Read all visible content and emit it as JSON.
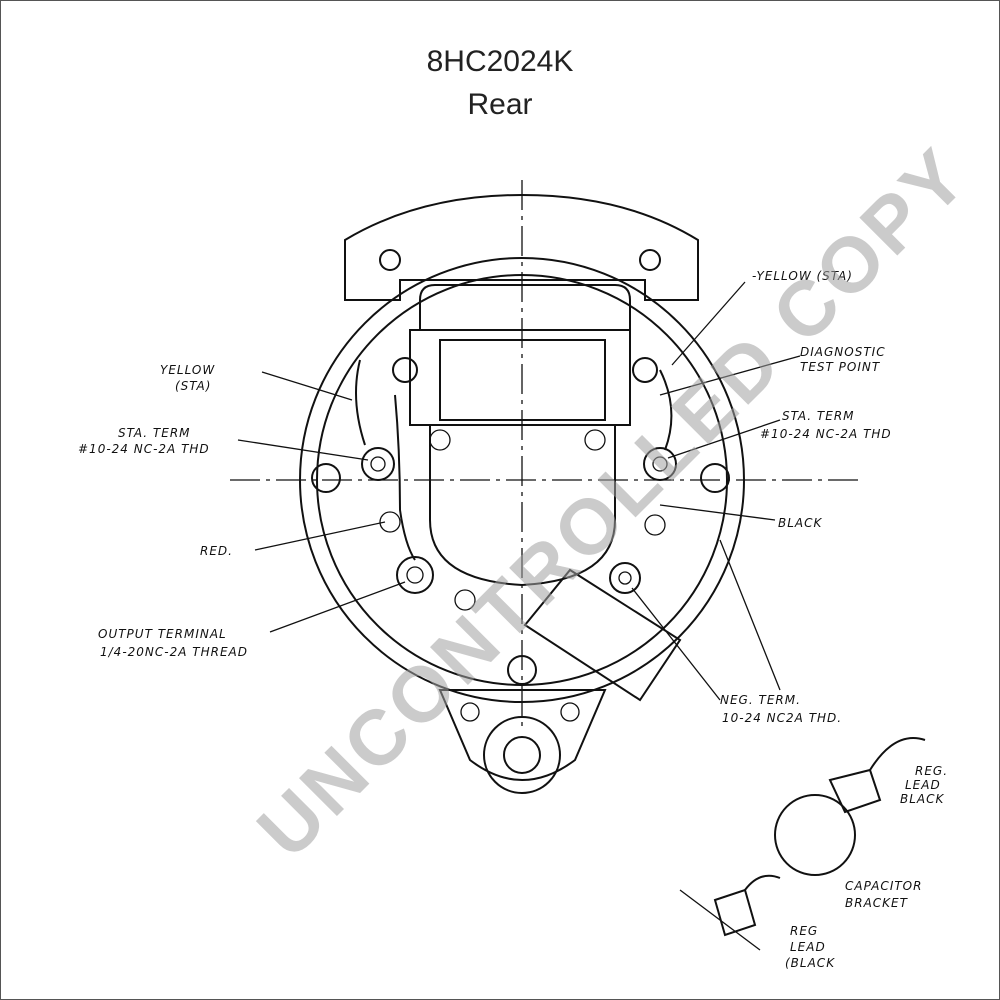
{
  "header": {
    "title": "8HC2024K",
    "subtitle": "Rear"
  },
  "labels": {
    "yellow_sta_right": "-YELLOW (STA)",
    "yellow_sta_left_1": "YELLOW",
    "yellow_sta_left_2": "(STA)",
    "diagnostic_1": "DIAGNOSTIC",
    "diagnostic_2": "TEST POINT",
    "sta_term_left_1": "STA. TERM",
    "sta_term_left_2": "#10-24 NC-2A THD",
    "sta_term_right_1": "STA. TERM",
    "sta_term_right_2": "#10-24 NC-2A THD",
    "black": "BLACK",
    "red": "RED.",
    "output_1": "OUTPUT TERMINAL",
    "output_2": "1/4-20NC-2A THREAD",
    "neg_1": "NEG. TERM.",
    "neg_2": "10-24 NC2A THD.",
    "reg_lead_black_1_1": "REG.",
    "reg_lead_black_1_2": "LEAD",
    "reg_lead_black_1_3": "BLACK",
    "capacitor_1": "CAPACITOR",
    "capacitor_2": "BRACKET",
    "reg_lead_black_2_1": "REG",
    "reg_lead_black_2_2": "LEAD",
    "reg_lead_black_2_3": "(BLACK"
  },
  "watermark": "UNCONTROLLED COPY"
}
